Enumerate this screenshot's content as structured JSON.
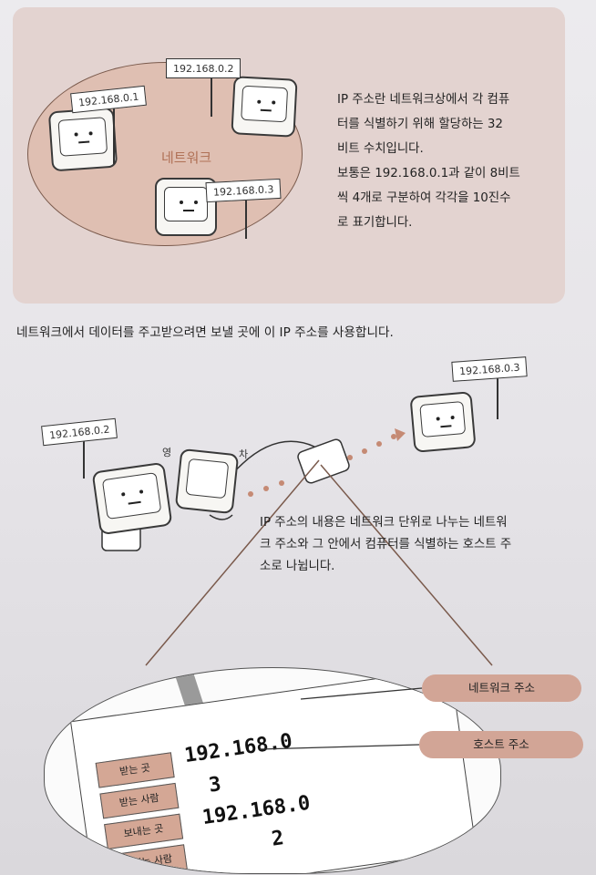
{
  "top_illustration": {
    "network_label": "네트워크",
    "ip_labels": [
      "192.168.0.1",
      "192.168.0.2",
      "192.168.0.3"
    ]
  },
  "top_text": [
    "IP 주소란 네트워크상에서 각 컴퓨",
    "터를 식별하기 위해 할당하는 32",
    "비트 수치입니다.",
    "보통은 192.168.0.1과 같이 8비트",
    "씩 4개로 구분하여 각각을 10진수",
    "로 표기합니다."
  ],
  "middle_sentence": "네트워크에서 데이터를 주고받으려면 보낼 곳에 이 IP 주소를 사용합니다.",
  "delivery_illustration": {
    "sender_ip": "192.168.0.2",
    "receiver_ip": "192.168.0.3",
    "sound_1": "영",
    "sound_2": "차"
  },
  "bottom_text": [
    "IP 주소의 내용은 네트워크 단위로 나누는 네트워",
    "크 주소와 그 안에서 컴퓨터를 식별하는 호스트 주",
    "소로 나뉩니다."
  ],
  "label_form": {
    "rows": [
      {
        "label": "받는 곳",
        "value": "192.168.0"
      },
      {
        "label": "받는 사람",
        "value": "3"
      },
      {
        "label": "보내는 곳",
        "value": "192.168.0"
      },
      {
        "label": "보내는 사람",
        "value": "2"
      }
    ]
  },
  "callouts": {
    "network_address": "네트워크 주소",
    "host_address": "호스트 주소"
  },
  "colors": {
    "accent": "#d2a596",
    "ellipse": "#dfbfb2",
    "label_brown": "#b07156"
  }
}
